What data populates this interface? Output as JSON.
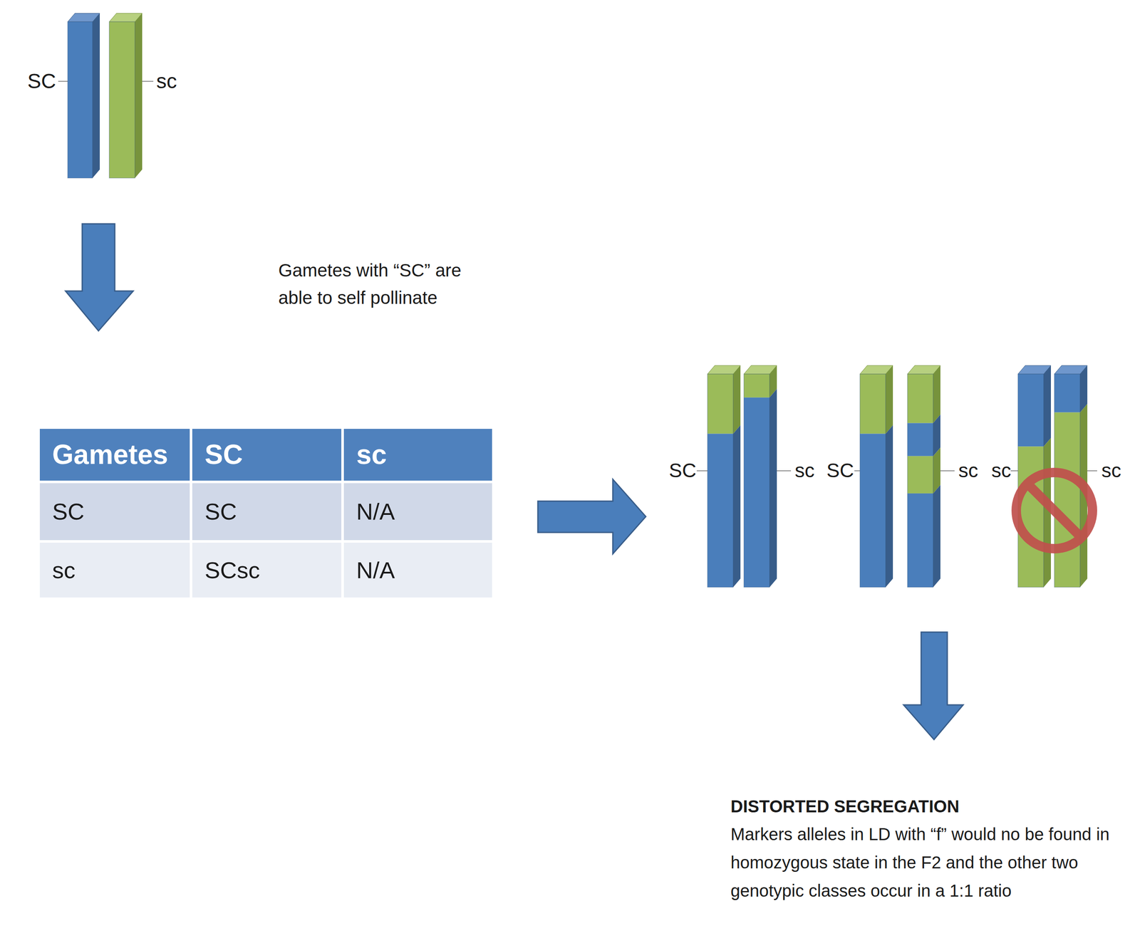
{
  "diagram": {
    "labels": [
      "SC",
      "sc",
      "Gametes with “SC” are able to self pollinate",
      "Gametes",
      "SC",
      "sc",
      "SC",
      "SC",
      "N/A",
      "sc",
      "SCsc",
      "N/A",
      "SC",
      "sc",
      "SC",
      "sc",
      "sc",
      "sc",
      "DISTORTED SEGREGATION",
      "Markers alleles in LD with “f” would no be found in homozygous state in the F2 and the other two genotypic classes occur in a 1:1 ratio"
    ]
  }
}
